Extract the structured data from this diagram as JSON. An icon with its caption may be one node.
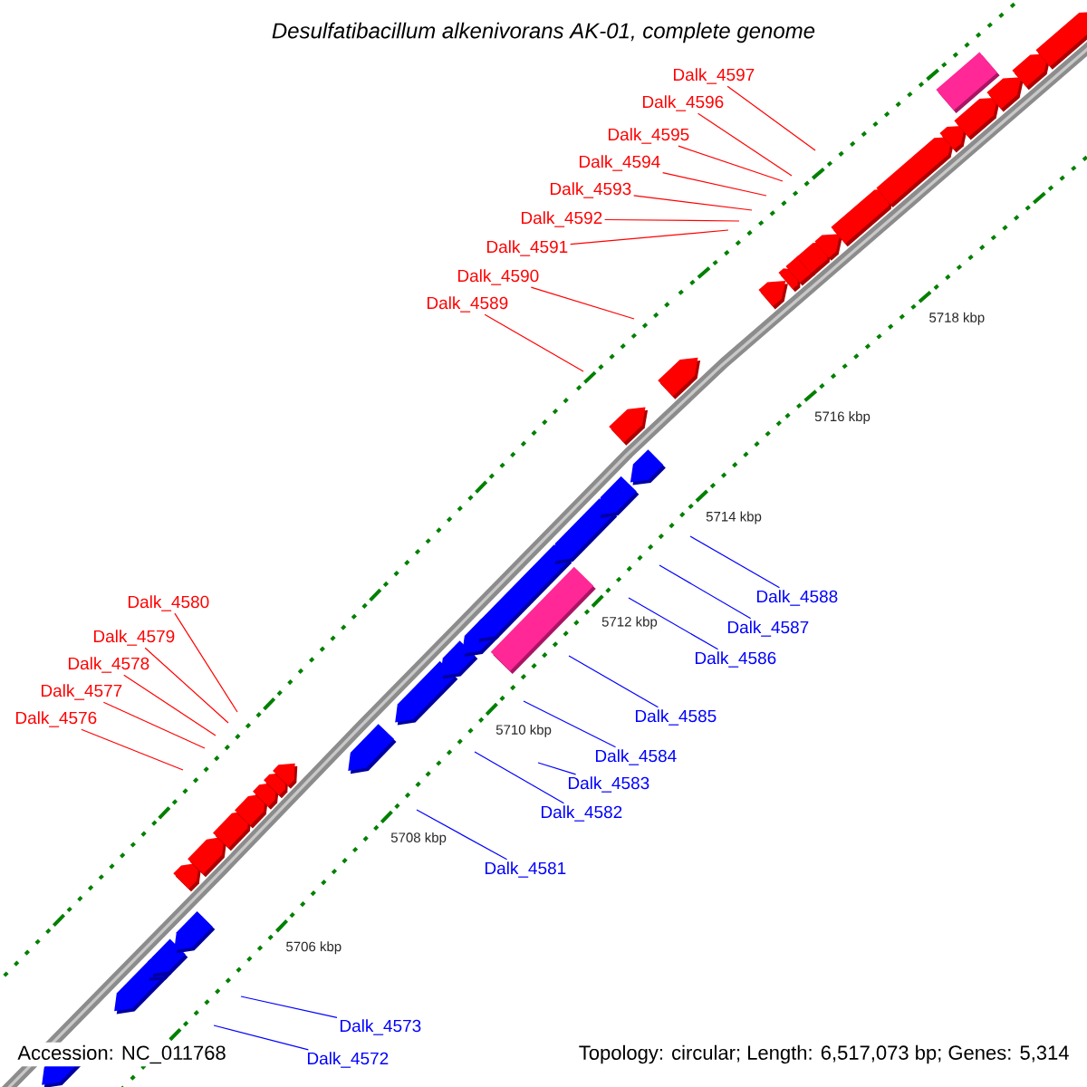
{
  "diagram": {
    "title": "Desulfatibacillum alkenivorans AK-01, complete genome",
    "nodes": [
      {
        "text": [
          "Dalk_4597"
        ]
      },
      {
        "text": [
          "Dalk_4596"
        ]
      },
      {
        "text": [
          "Dalk_4595"
        ]
      },
      {
        "text": [
          "Dalk_4594"
        ]
      },
      {
        "text": [
          "Dalk_4593"
        ]
      },
      {
        "text": [
          "Dalk_4592"
        ]
      },
      {
        "text": [
          "Dalk_4591"
        ]
      },
      {
        "text": [
          "Dalk_4590"
        ]
      },
      {
        "text": [
          "Dalk_4589"
        ]
      },
      {
        "text": [
          "Dalk_4580"
        ]
      },
      {
        "text": [
          "Dalk_4579"
        ]
      },
      {
        "text": [
          "Dalk_4578"
        ]
      },
      {
        "text": [
          "Dalk_4577"
        ]
      },
      {
        "text": [
          "Dalk_4576"
        ]
      },
      {
        "text": [
          "Dalk_4588"
        ]
      },
      {
        "text": [
          "Dalk_4587"
        ]
      },
      {
        "text": [
          "Dalk_4586"
        ]
      },
      {
        "text": [
          "Dalk_4585"
        ]
      },
      {
        "text": [
          "Dalk_4584"
        ]
      },
      {
        "text": [
          "Dalk_4583"
        ]
      },
      {
        "text": [
          "Dalk_4582"
        ]
      },
      {
        "text": [
          "Dalk_4581"
        ]
      },
      {
        "text": [
          "Dalk_4573"
        ]
      },
      {
        "text": [
          "Dalk_4572"
        ]
      }
    ],
    "edges": [
      {
        "from": 0,
        "to": null,
        "arrow": "none"
      },
      {
        "from": 1,
        "to": null,
        "arrow": "none"
      },
      {
        "from": 2,
        "to": null,
        "arrow": "none"
      },
      {
        "from": 3,
        "to": null,
        "arrow": "none"
      },
      {
        "from": 4,
        "to": null,
        "arrow": "none"
      },
      {
        "from": 5,
        "to": null,
        "arrow": "none"
      },
      {
        "from": 6,
        "to": null,
        "arrow": "none"
      },
      {
        "from": 7,
        "to": null,
        "arrow": "none"
      },
      {
        "from": 8,
        "to": null,
        "arrow": "none"
      },
      {
        "from": 9,
        "to": null,
        "arrow": "none"
      },
      {
        "from": 10,
        "to": null,
        "arrow": "none"
      },
      {
        "from": 11,
        "to": null,
        "arrow": "none"
      },
      {
        "from": 12,
        "to": null,
        "arrow": "none"
      },
      {
        "from": 13,
        "to": null,
        "arrow": "none"
      },
      {
        "from": 14,
        "to": null,
        "arrow": "none",
        "color": "#0000ff"
      },
      {
        "from": 15,
        "to": null,
        "arrow": "none",
        "color": "#0000ff"
      },
      {
        "from": 16,
        "to": null,
        "arrow": "none",
        "color": "#0000ff"
      },
      {
        "from": 17,
        "to": null,
        "arrow": "none",
        "color": "#0000ff"
      },
      {
        "from": 18,
        "to": null,
        "arrow": "none",
        "color": "#0000ff"
      },
      {
        "from": 19,
        "to": null,
        "arrow": "none",
        "color": "#0000ff"
      },
      {
        "from": 20,
        "to": null,
        "arrow": "none",
        "color": "#0000ff"
      },
      {
        "from": 21,
        "to": null,
        "arrow": "none",
        "color": "#0000ff"
      },
      {
        "from": 22,
        "to": null,
        "arrow": "none",
        "color": "#0000ff"
      },
      {
        "from": 23,
        "to": null,
        "arrow": "none",
        "color": "#0000ff"
      }
    ],
    "labels": [
      "5718 kbp",
      "5716 kbp",
      "5714 kbp",
      "5712 kbp",
      "5710 kbp",
      "5708 kbp",
      "5706 kbp",
      "Accession: NC_011768",
      "Topology: circular; Length: 6,517,073 bp; Genes: 5,314"
    ]
  }
}
